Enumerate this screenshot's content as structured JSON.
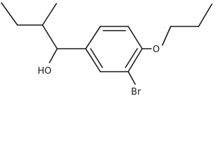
{
  "structure": {
    "atoms": {
      "hydroxyl": "HO",
      "ether_oxygen": "O",
      "bromine": "Br"
    },
    "colors": {
      "bond": "#1a1a1a",
      "label": "#1a1a1a",
      "background": "#ffffff"
    }
  }
}
